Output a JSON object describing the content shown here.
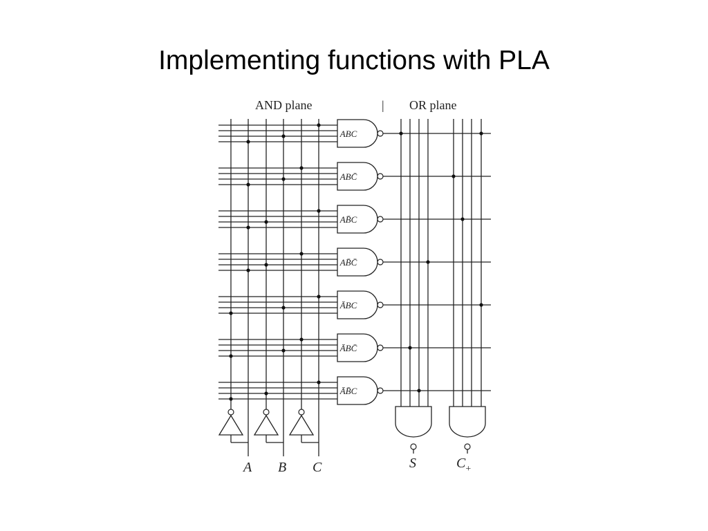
{
  "slide": {
    "title": "Implementing functions with PLA"
  },
  "diagram": {
    "and_plane_label": "AND plane",
    "separator": "|",
    "or_plane_label": "OR plane",
    "inputs": [
      "A",
      "B",
      "C"
    ],
    "and_gates": [
      {
        "term": "ABC",
        "a_true": true,
        "b_true": true,
        "c_true": true,
        "to_s": true,
        "to_c": true
      },
      {
        "term": "ABC̄",
        "a_true": true,
        "b_true": true,
        "c_true": false,
        "to_s": false,
        "to_c": true
      },
      {
        "term": "AB̄C",
        "a_true": true,
        "b_true": false,
        "c_true": true,
        "to_s": false,
        "to_c": true
      },
      {
        "term": "AB̄C̄",
        "a_true": true,
        "b_true": false,
        "c_true": false,
        "to_s": true,
        "to_c": false
      },
      {
        "term": "ĀBC",
        "a_true": false,
        "b_true": true,
        "c_true": true,
        "to_s": false,
        "to_c": true
      },
      {
        "term": "ĀBC̄",
        "a_true": false,
        "b_true": true,
        "c_true": false,
        "to_s": true,
        "to_c": false
      },
      {
        "term": "ĀB̄C",
        "a_true": false,
        "b_true": false,
        "c_true": true,
        "to_s": true,
        "to_c": false
      }
    ],
    "outputs": {
      "s": "S",
      "c_main": "C",
      "c_sub": "+"
    }
  }
}
